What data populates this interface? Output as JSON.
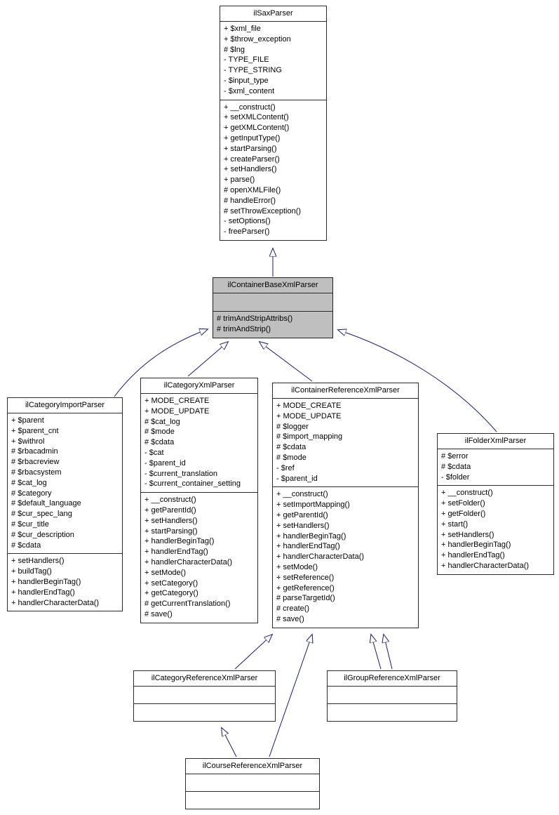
{
  "diagram": {
    "kind": "uml-class-inheritance",
    "colors": {
      "arrow": "#191970",
      "box_border": "#2b2b2b",
      "highlight_fill": "#bfbfbf",
      "background": "#ffffff"
    },
    "classes": {
      "ilSaxParser": {
        "title": "ilSaxParser",
        "attributes": [
          "+ $xml_file",
          "+ $throw_exception",
          "# $lng",
          "- TYPE_FILE",
          "- TYPE_STRING",
          "- $input_type",
          "- $xml_content"
        ],
        "methods": [
          "+ __construct()",
          "+ setXMLContent()",
          "+ getXMLContent()",
          "+ getInputType()",
          "+ startParsing()",
          "+ createParser()",
          "+ setHandlers()",
          "+ parse()",
          "# openXMLFile()",
          "# handleError()",
          "# setThrowException()",
          "- setOptions()",
          "- freeParser()"
        ]
      },
      "ilContainerBaseXmlParser": {
        "title": "ilContainerBaseXmlParser",
        "attributes": [],
        "methods": [
          "# trimAndStripAttribs()",
          "# trimAndStrip()"
        ]
      },
      "ilCategoryImportParser": {
        "title": "ilCategoryImportParser",
        "attributes": [
          "+ $parent",
          "+ $parent_cnt",
          "+ $withrol",
          "# $rbacadmin",
          "# $rbacreview",
          "# $rbacsystem",
          "# $cat_log",
          "# $category",
          "# $default_language",
          "# $cur_spec_lang",
          "# $cur_title",
          "# $cur_description",
          "# $cdata"
        ],
        "methods": [
          "+ setHandlers()",
          "+ buildTag()",
          "+ handlerBeginTag()",
          "+ handlerEndTag()",
          "+ handlerCharacterData()"
        ]
      },
      "ilCategoryXmlParser": {
        "title": "ilCategoryXmlParser",
        "attributes": [
          "+ MODE_CREATE",
          "+ MODE_UPDATE",
          "# $cat_log",
          "# $mode",
          "# $cdata",
          "- $cat",
          "- $parent_id",
          "- $current_translation",
          "- $current_container_setting"
        ],
        "methods": [
          "+ __construct()",
          "+ getParentId()",
          "+ setHandlers()",
          "+ startParsing()",
          "+ handlerBeginTag()",
          "+ handlerEndTag()",
          "+ handlerCharacterData()",
          "+ setMode()",
          "+ setCategory()",
          "+ getCategory()",
          "# getCurrentTranslation()",
          "# save()"
        ]
      },
      "ilContainerReferenceXmlParser": {
        "title": "ilContainerReferenceXmlParser",
        "attributes": [
          "+ MODE_CREATE",
          "+ MODE_UPDATE",
          "# $logger",
          "# $import_mapping",
          "# $cdata",
          "# $mode",
          "- $ref",
          "- $parent_id"
        ],
        "methods": [
          "+ __construct()",
          "+ setImportMapping()",
          "+ getParentId()",
          "+ setHandlers()",
          "+ handlerBeginTag()",
          "+ handlerEndTag()",
          "+ handlerCharacterData()",
          "+ setMode()",
          "+ setReference()",
          "+ getReference()",
          "# parseTargetId()",
          "# create()",
          "# save()"
        ]
      },
      "ilFolderXmlParser": {
        "title": "ilFolderXmlParser",
        "attributes": [
          "# $error",
          "# $cdata",
          "- $folder"
        ],
        "methods": [
          "+ __construct()",
          "+ setFolder()",
          "+ getFolder()",
          "+ start()",
          "+ setHandlers()",
          "+ handlerBeginTag()",
          "+ handlerEndTag()",
          "+ handlerCharacterData()"
        ]
      },
      "ilCategoryReferenceXmlParser": {
        "title": "ilCategoryReferenceXmlParser",
        "attributes": [],
        "methods": []
      },
      "ilGroupReferenceXmlParser": {
        "title": "ilGroupReferenceXmlParser",
        "attributes": [],
        "methods": []
      },
      "ilCourseReferenceXmlParser": {
        "title": "ilCourseReferenceXmlParser",
        "attributes": [],
        "methods": []
      }
    },
    "edges": [
      {
        "from": "ilContainerBaseXmlParser",
        "to": "ilSaxParser"
      },
      {
        "from": "ilCategoryImportParser",
        "to": "ilContainerBaseXmlParser"
      },
      {
        "from": "ilCategoryXmlParser",
        "to": "ilContainerBaseXmlParser"
      },
      {
        "from": "ilContainerReferenceXmlParser",
        "to": "ilContainerBaseXmlParser"
      },
      {
        "from": "ilFolderXmlParser",
        "to": "ilContainerBaseXmlParser"
      },
      {
        "from": "ilCategoryReferenceXmlParser",
        "to": "ilContainerReferenceXmlParser"
      },
      {
        "from": "ilGroupReferenceXmlParser",
        "to": "ilContainerReferenceXmlParser"
      },
      {
        "from": "ilGroupReferenceXmlParser",
        "to": "ilContainerReferenceXmlParser"
      },
      {
        "from": "ilCourseReferenceXmlParser",
        "to": "ilCategoryReferenceXmlParser"
      },
      {
        "from": "ilCourseReferenceXmlParser",
        "to": "ilContainerReferenceXmlParser"
      }
    ]
  }
}
